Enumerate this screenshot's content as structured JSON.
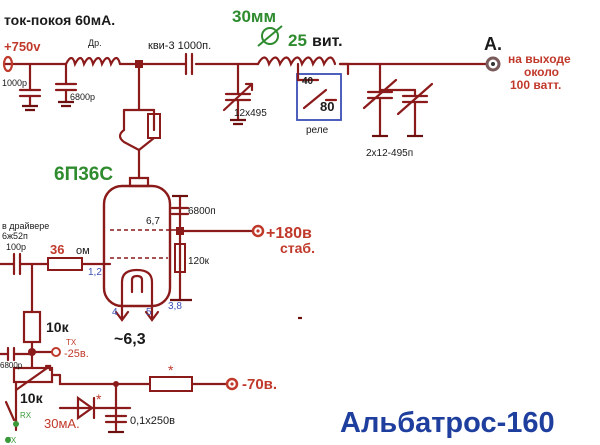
{
  "labels": {
    "idle_current": "ток-покоя 60мА.",
    "supply": "+750v",
    "choke": "Др.",
    "cap_1000p_in": "1000p",
    "cap_6800p_top": "6800p",
    "kvi_cap": "кви-3 1000п.",
    "coil_diameter": "30мм",
    "turns_num": "25",
    "turns_unit": "вит.",
    "ant": "А.",
    "output_note_1": "на выходе",
    "output_note_2": "около",
    "output_note_3": "100 ватт.",
    "var_cap_1": "12х495",
    "relay_tap_40": "40",
    "relay_tap_80": "80",
    "relay": "реле",
    "var_cap_2": "2х12-495п",
    "tube": "6П36С",
    "cap_6800p_mid": "6800п",
    "pins_67": "6,7",
    "plus_180": "+180в",
    "stab": "стаб.",
    "res_120k": "120к",
    "driver_1": "в драйвере",
    "driver_2": "6ж52п",
    "cap_100p": "100р",
    "res_36": "36",
    "res_36_unit": "ом",
    "pins_12": "1,2",
    "pins_4": "4",
    "pins_5": "5",
    "pins_38": "3,8",
    "heater": "~6,3",
    "res_10k_top": "10к",
    "tx_label": "TX",
    "minus_25": "-25в.",
    "cap_6800p_low": "6800р",
    "star_1": "*",
    "star_2": "*",
    "minus_70": "-70в.",
    "res_10k_pot": "10к",
    "rx_label": "RX",
    "tx_label_2": "TX",
    "current_30": "30мА.",
    "cap_01": "0,1х250в",
    "title": "Альбатрос-160"
  }
}
